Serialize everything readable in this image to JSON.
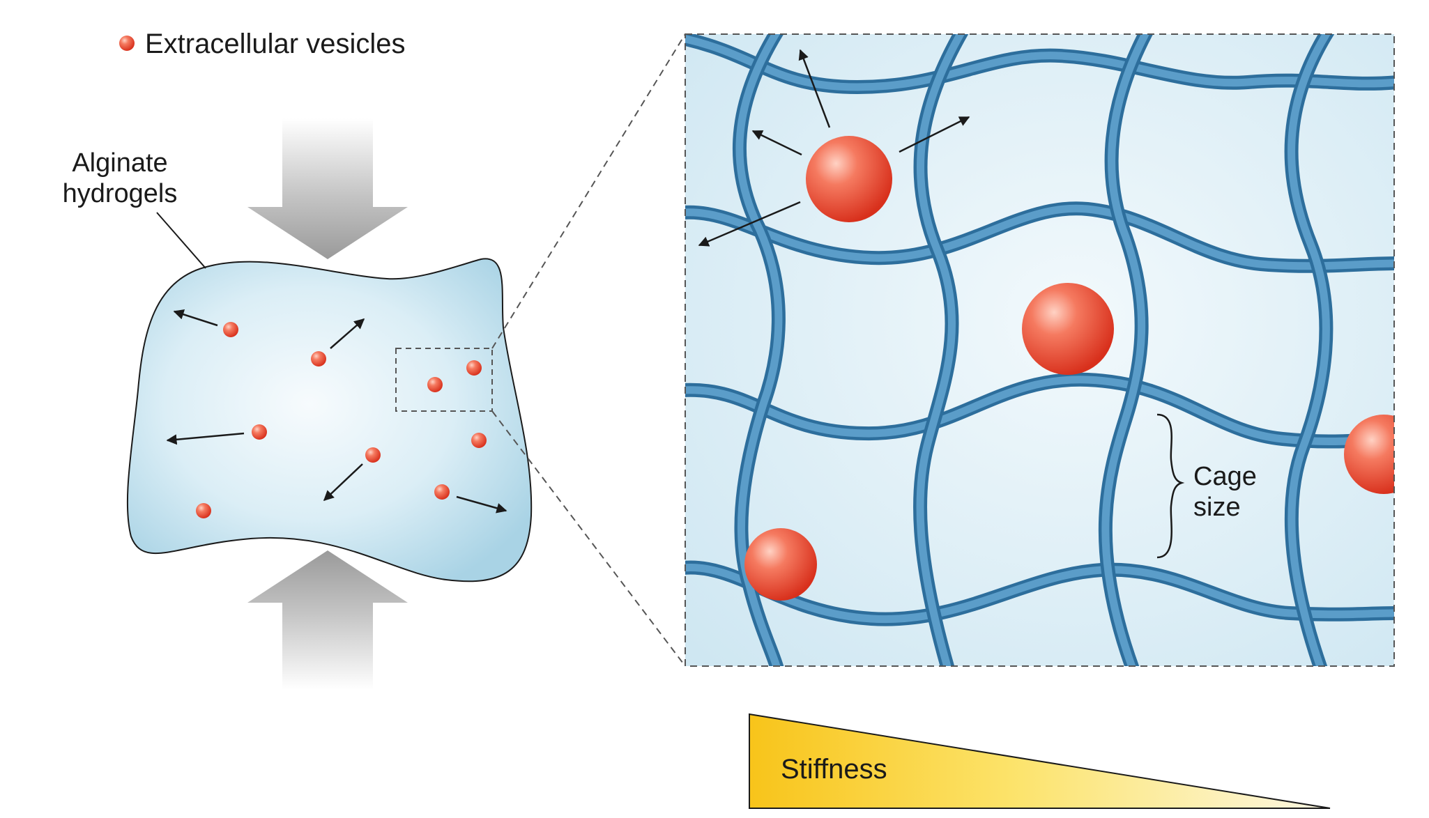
{
  "legend": {
    "vesicle_label": "Extracellular vesicles"
  },
  "labels": {
    "hydrogel_line1": "Alginate",
    "hydrogel_line2": "hydrogels",
    "cage_line1": "Cage",
    "cage_line2": "size",
    "stiffness": "Stiffness"
  },
  "colors": {
    "vesicle": "#e8402a",
    "gel_fill": "#b9dcea",
    "mesh_strand": "#3f84b5",
    "mesh_bg": "#dbeef7",
    "stiffness_dark": "#f8c41a",
    "stiffness_light": "#fdf6d8",
    "compression_arrow": "#a6a6a6"
  }
}
